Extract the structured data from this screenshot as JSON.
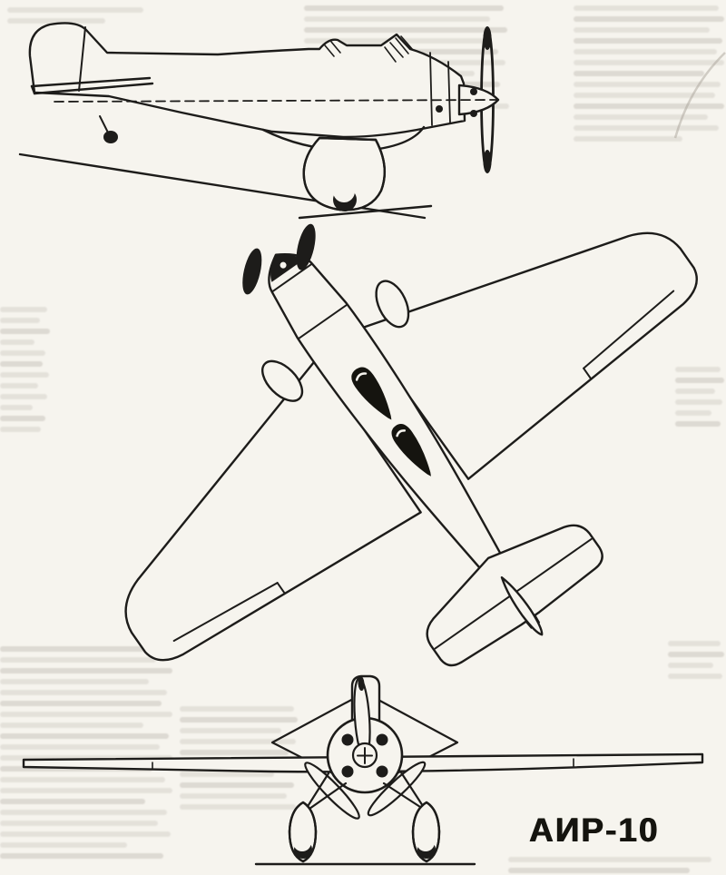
{
  "figure": {
    "type": "three-view-aircraft-drawing",
    "caption": "АИР-10",
    "views": [
      {
        "id": "side-view"
      },
      {
        "id": "plan-view"
      },
      {
        "id": "front-view"
      }
    ]
  },
  "colors": {
    "ink": "#1d1c1a",
    "paper": "#f6f4ee",
    "bleed_text": "#9a948a"
  }
}
